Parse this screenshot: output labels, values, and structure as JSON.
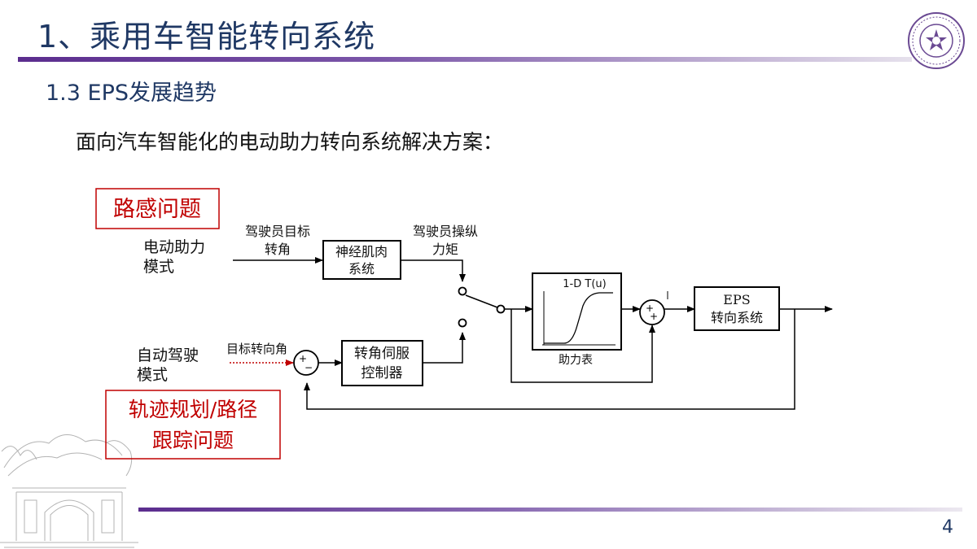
{
  "slide": {
    "title": "1、乘用车智能转向系统",
    "subtitle": "1.3 EPS发展趋势",
    "intro": "面向汽车智能化的电动助力转向系统解决方案：",
    "page_number": "4"
  },
  "diagram": {
    "callouts": {
      "road_feel": "路感问题",
      "trajectory_line1": "轨迹规划/路径",
      "trajectory_line2": "跟踪问题"
    },
    "modes": {
      "assist_line1": "电动助力",
      "assist_line2": "模式",
      "auto_line1": "自动驾驶",
      "auto_line2": "模式"
    },
    "signals": {
      "target_angle_line1": "驾驶员目标",
      "target_angle_line2": "转角",
      "torque_line1": "驾驶员操纵",
      "torque_line2": "力矩",
      "auto_target": "目标转向角"
    },
    "blocks": {
      "neuro_line1": "神经肌肉",
      "neuro_line2": "系统",
      "servo_line1": "转角伺服",
      "servo_line2": "控制器",
      "curve_label": "1-D T(u)",
      "assist_table": "助力表",
      "eps_line1": "EPS",
      "eps_line2": "转向系统"
    },
    "sum_signs": {
      "sum1_plus": "+",
      "sum1_minus": "−",
      "sum2_plus_a": "+",
      "sum2_plus_b": "+"
    },
    "colors": {
      "callout_border": "#c00000",
      "callout_text": "#c00000",
      "target_arrow": "#c00000",
      "accent_purple": "#5b2d8e",
      "title_navy": "#1f3864"
    }
  }
}
